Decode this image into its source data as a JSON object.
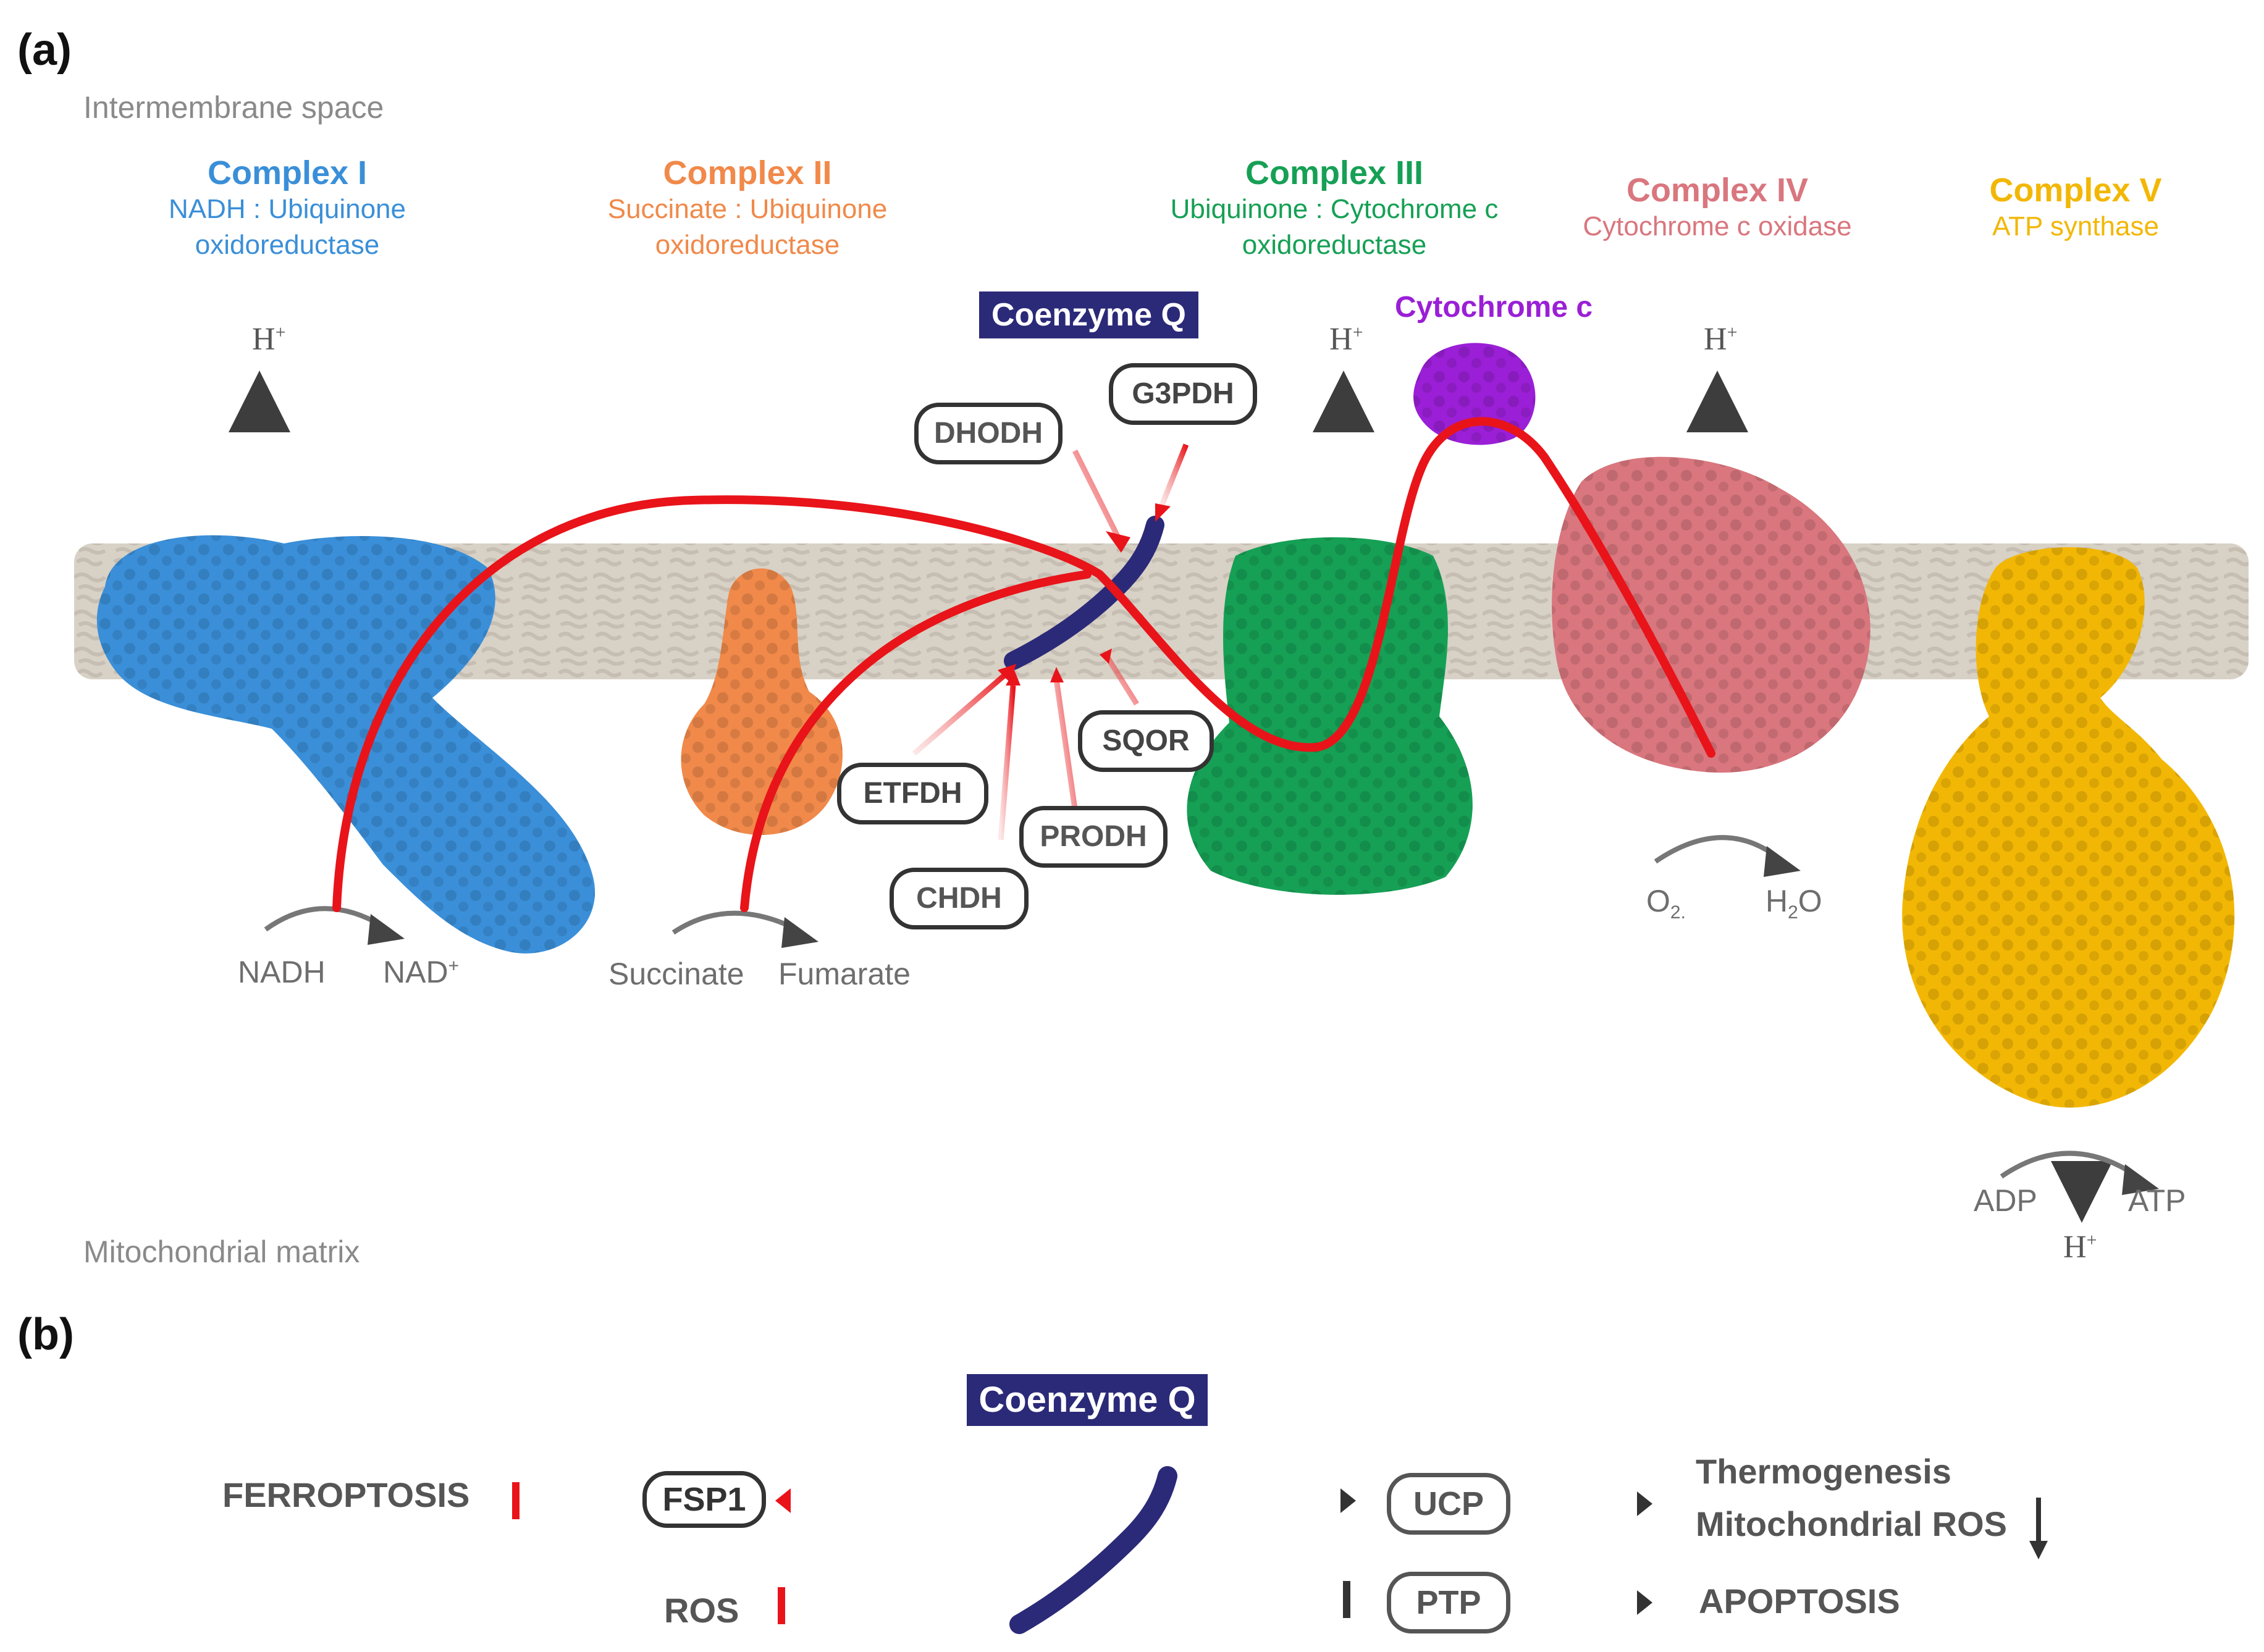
{
  "panels": {
    "a": "(a)",
    "b": "(b)"
  },
  "regions": {
    "top": "Intermembrane space",
    "bottom": "Mitochondrial matrix"
  },
  "complexes": [
    {
      "name": "Complex I",
      "desc1": "NADH : Ubiquinone",
      "desc2": "oxidoreductase",
      "color": "#3a8fd8"
    },
    {
      "name": "Complex II",
      "desc1": "Succinate : Ubiquinone",
      "desc2": "oxidoreductase",
      "color": "#f0894a"
    },
    {
      "name": "Complex III",
      "desc1": "Ubiquinone : Cytochrome c",
      "desc2": "oxidoreductase",
      "color": "#16a055"
    },
    {
      "name": "Complex IV",
      "desc1": "Cytochrome c oxidase",
      "desc2": "",
      "color": "#d9767e"
    },
    {
      "name": "Complex V",
      "desc1": "ATP synthase",
      "desc2": "",
      "color": "#f2b705"
    }
  ],
  "proton": {
    "h": "H",
    "charge": "+"
  },
  "chemicals": {
    "nadh": "NADH",
    "nad": "NAD",
    "nad_charge": "+",
    "succinate": "Succinate",
    "fumarate": "Fumarate",
    "o2": "O",
    "o2_sub": "2.",
    "h2o_h": "H",
    "h2o_sub": "2",
    "h2o_o": "O",
    "adp": "ADP",
    "atp": "ATP"
  },
  "coenzyme_q": "Coenzyme Q",
  "cytochrome_c": "Cytochrome c",
  "enzymes": {
    "dhodh": "DHODH",
    "g3pdh": "G3PDH",
    "etfdh": "ETFDH",
    "sqor": "SQOR",
    "prodh": "PRODH",
    "chdh": "CHDH"
  },
  "panel_b": {
    "ferroptosis": "FERROPTOSIS",
    "fsp1": "FSP1",
    "ros": "ROS",
    "ucp": "UCP",
    "ptp": "PTP",
    "thermogenesis": "Thermogenesis",
    "mito_ros": "Mitochondrial ROS",
    "apoptosis": "APOPTOSIS"
  },
  "colors": {
    "membrane": "#d9d2c8",
    "electron_path": "#e8141a",
    "proton_arrow": "#4a4a4a",
    "coq": "#2b2a78",
    "cytochrome_c": "#9a1fd6"
  },
  "icons": [
    "proton-arrow-icon",
    "inhibition-bar-icon",
    "arrow-right-icon",
    "arrow-down-icon"
  ]
}
